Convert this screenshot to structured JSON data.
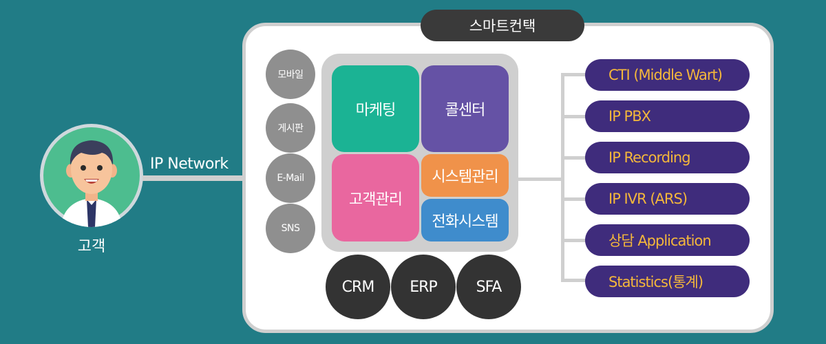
{
  "customer": {
    "label": "고객"
  },
  "network": {
    "label": "IP Network"
  },
  "panel": {
    "title": "스마트컨택"
  },
  "channels": [
    {
      "label": "모바일"
    },
    {
      "label": "게시판"
    },
    {
      "label": "E-Mail"
    },
    {
      "label": "SNS"
    }
  ],
  "modules": {
    "marketing": "마케팅",
    "callcenter": "콜센터",
    "customer_mgmt": "고객관리",
    "system_mgmt": "시스템관리",
    "phone_system": "전화시스템"
  },
  "backend": [
    {
      "label": "CRM"
    },
    {
      "label": "ERP"
    },
    {
      "label": "SFA"
    }
  ],
  "components": [
    {
      "label": "CTI (Middle Wart)"
    },
    {
      "label": "IP PBX"
    },
    {
      "label": "IP Recording"
    },
    {
      "label": "IP IVR (ARS)"
    },
    {
      "label": "상담 Application"
    },
    {
      "label": "Statistics(통계)"
    }
  ],
  "colors": {
    "background": "#217c86",
    "marketing": "#1bb394",
    "callcenter": "#6552a5",
    "customer_mgmt": "#e9679f",
    "system_mgmt": "#f0924a",
    "phone_system": "#3f8ccc",
    "pill_bg": "#3f2c7c",
    "pill_text": "#f4b73b",
    "backend": "#333333",
    "channel": "#8f8f8f"
  }
}
